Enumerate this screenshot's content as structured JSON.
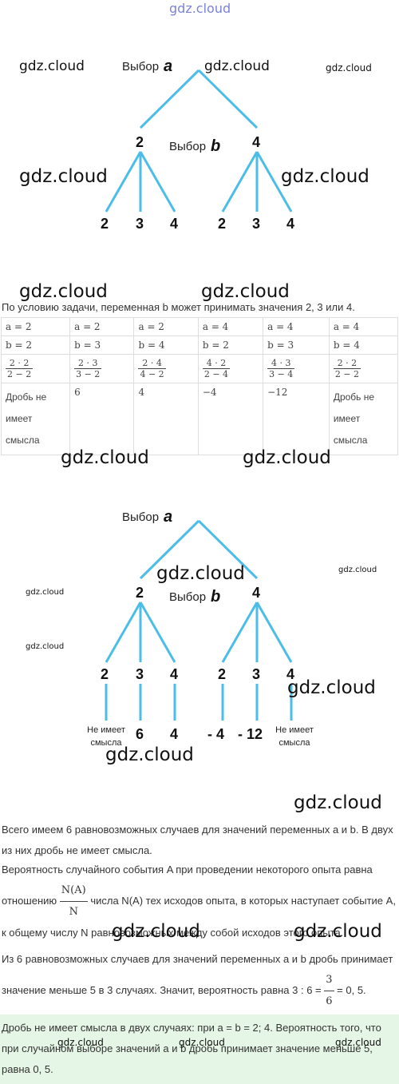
{
  "watermark_text": "gdz.cloud",
  "diagram1": {
    "label_a_prefix": "Выбор",
    "label_a_sym": "a",
    "label_b_prefix": "Выбор",
    "label_b_sym": "b",
    "level1": [
      "2",
      "4"
    ],
    "level2": [
      "2",
      "3",
      "4",
      "2",
      "3",
      "4"
    ]
  },
  "intro": {
    "text": "По условию задачи, переменная b может принимать значения 2, 3 или 4."
  },
  "table": {
    "row_a": [
      "a = 2",
      "a = 2",
      "a = 2",
      "a = 4",
      "a = 4",
      "a = 4"
    ],
    "row_b": [
      "b = 2",
      "b = 3",
      "b = 4",
      "b = 2",
      "b = 3",
      "b = 4"
    ],
    "fractions": [
      {
        "num": "2 · 2",
        "den": "2 − 2"
      },
      {
        "num": "2 · 3",
        "den": "3 − 2"
      },
      {
        "num": "2 · 4",
        "den": "4 − 2"
      },
      {
        "num": "4 · 2",
        "den": "2 − 4"
      },
      {
        "num": "4 · 3",
        "den": "3 − 4"
      },
      {
        "num": "2 · 2",
        "den": "2 − 2"
      }
    ],
    "results": [
      "Дробь не имеет смысла",
      "6",
      "4",
      "−4",
      "−12",
      "Дробь не имеет смысла"
    ]
  },
  "diagram2": {
    "label_a_prefix": "Выбор",
    "label_a_sym": "a",
    "label_b_prefix": "Выбор",
    "label_b_sym": "b",
    "level1": [
      "2",
      "4"
    ],
    "level2": [
      "2",
      "3",
      "4",
      "2",
      "3",
      "4"
    ],
    "results": [
      "Не имеет смысла",
      "6",
      "4",
      "- 4",
      "- 12",
      "Не имеет смысла"
    ]
  },
  "paragraphs": {
    "p1": "Всего имеем 6 равновозможных случаев для значений переменных a и b. В двух из них дробь не имеет смысла.",
    "p2_start": "Вероятность случайного события A при проведении некоторого опыта равна отношению",
    "p2_frac_num": "N(A)",
    "p2_frac_den": "N",
    "p2_end": "числа N(A) тех исходов опыта, в которых наступает событие A, к общему числу N равновозможных между собой исходов этого опыта.",
    "p3_start": "Из 6 равновозможных случаев для значений переменных a и b дробь принимает значение меньше 5 в 3 случаях. Значит, вероятность равна 3 : 6 =",
    "p3_frac_num": "3",
    "p3_frac_den": "6",
    "p3_end": "= 0, 5.",
    "answer": "Дробь не имеет смысла в двух случаях: при a = b = 2; 4. Вероятность того, что при случайном выборе значений a и b дробь принимает значение меньше 5, равна 0, 5."
  },
  "colors": {
    "branch": "#4bbde8",
    "answer_bg": "#e6f6e6",
    "top_watermark": "#7b83d8"
  }
}
